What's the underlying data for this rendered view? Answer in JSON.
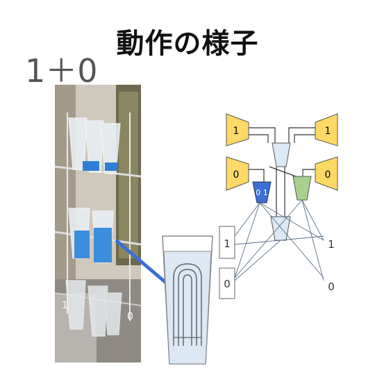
{
  "title": "動作の様子",
  "equation": "1＋0",
  "photo": {
    "left_label": "1",
    "right_label": "0"
  },
  "diagram": {
    "inputs_left": [
      "1",
      "0"
    ],
    "inputs_right": [
      "1",
      "0"
    ],
    "blue_cup_label": "0 1",
    "outputs_left": [
      "1",
      "0"
    ],
    "outputs_right": [
      "1",
      "0"
    ]
  },
  "colors": {
    "yellow_funnel": "#ffd966",
    "light_cup": "#dce9f5",
    "blue_cup": "#3b6fd6",
    "green_cup": "#a9d08e",
    "connector": "#3a6ed2"
  }
}
